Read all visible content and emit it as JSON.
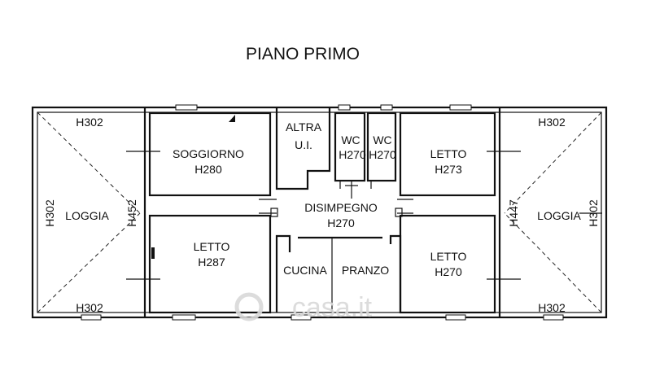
{
  "plan": {
    "title": "PIANO PRIMO",
    "rooms": {
      "loggia_left": "LOGGIA",
      "soggiorno": "SOGGIORNO",
      "soggiorno_h": "H280",
      "altra": "ALTRA",
      "altra_ui": "U.I.",
      "wc1": "WC",
      "wc1_h": "H270",
      "wc2": "WC",
      "wc2_h": "H270",
      "letto_ne": "LETTO",
      "letto_ne_h": "H273",
      "disimpegno": "DISIMPEGNO",
      "disimpegno_h": "H270",
      "letto_sw": "LETTO",
      "letto_sw_h": "H287",
      "cucina": "CUCINA",
      "pranzo": "PRANZO",
      "letto_se": "LETTO",
      "letto_se_h": "H270",
      "loggia_right": "LOGGIA"
    },
    "heights": {
      "loggia_left_top": "H302",
      "loggia_left_bottom": "H302",
      "loggia_left_side": "H302",
      "loggia_left_inner": "H452",
      "loggia_right_top": "H302",
      "loggia_right_bottom": "H302",
      "loggia_right_side": "H302",
      "loggia_right_inner": "H447"
    },
    "watermark": "casa.it"
  }
}
